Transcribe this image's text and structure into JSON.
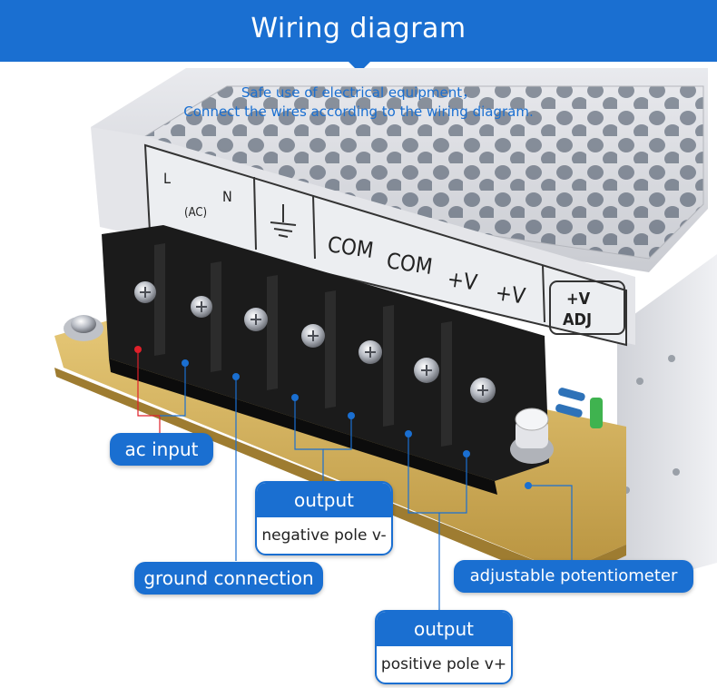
{
  "header": {
    "title": "Wiring diagram"
  },
  "subtitle": {
    "line1": "Safe use of electrical equipment，",
    "line2": "Connect the wires according to the wiring diagram."
  },
  "terminal_labels": {
    "l": "L",
    "n": "N",
    "ac": "(AC)",
    "com1": "COM",
    "com2": "COM",
    "v1": "+V",
    "v2": "+V",
    "adj_top": "+V",
    "adj_bottom": "ADJ"
  },
  "callouts": {
    "ac_input": "ac input",
    "ground_connection": "ground connection",
    "output_negative": {
      "title": "output",
      "detail": "negative pole v-"
    },
    "output_positive": {
      "title": "output",
      "detail": "positive pole v+"
    },
    "adjustable_potentiometer": "adjustable potentiometer"
  },
  "colors": {
    "accent": "#1a6fd1",
    "live_marker": "#e0202a",
    "terminal_block": "#1b1b1b",
    "enclosure": "#d9dade",
    "pcb": "#d7b25a"
  }
}
